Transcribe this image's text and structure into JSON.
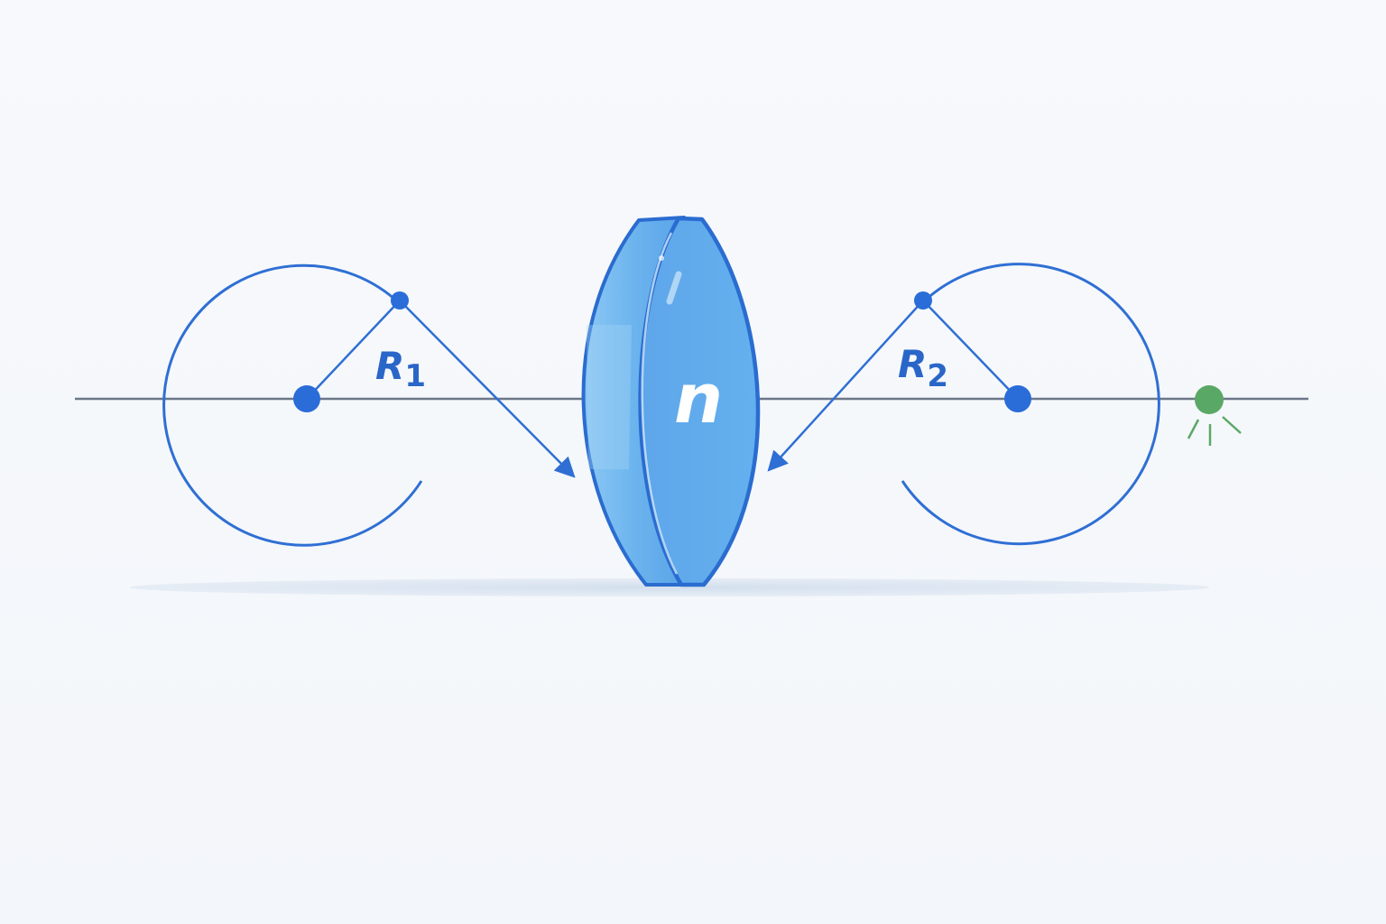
{
  "diagram": {
    "lens_index_label": "n",
    "radius_left": {
      "letter": "R",
      "subscript": "1"
    },
    "radius_right": {
      "letter": "R",
      "subscript": "2"
    }
  },
  "colors": {
    "background": "#f5f8fc",
    "axis": "#6b7788",
    "stroke_blue": "#2f6fd4",
    "lens_fill": "#5aa9ec",
    "lens_edge": "#2a6cd0",
    "light_source": "#5aa866"
  },
  "icons": {
    "light_source": "light-source-icon"
  }
}
